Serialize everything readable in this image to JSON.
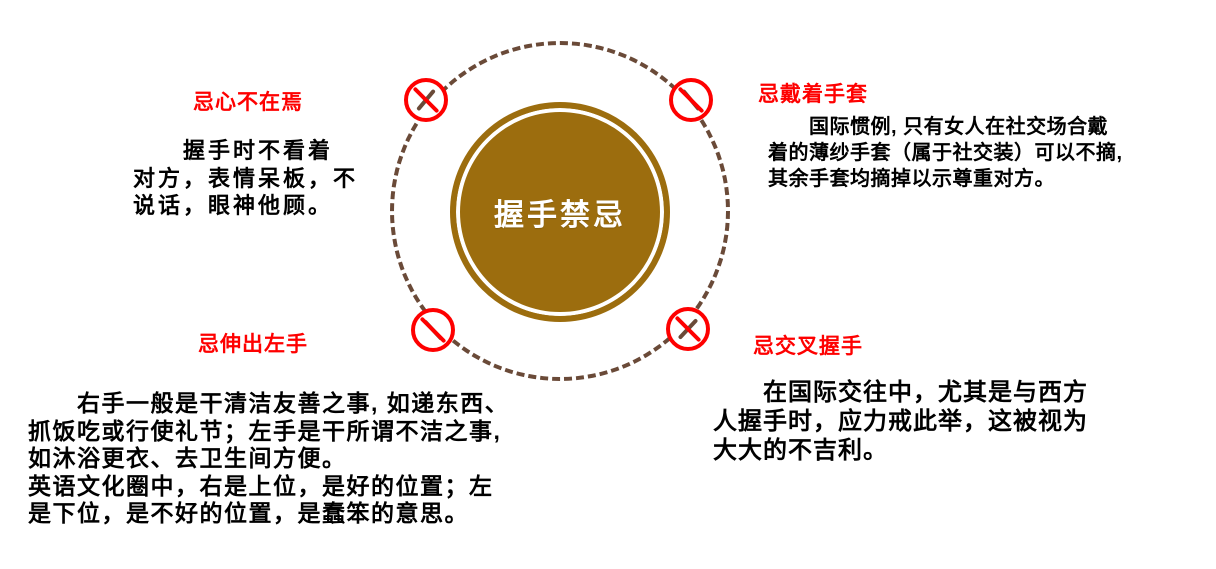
{
  "title": "握手禁忌",
  "colors": {
    "accent_red": "#fe0000",
    "disc_fill": "#9c6d0e",
    "disc_label": "#ffffff",
    "dash": "#6a4a38",
    "text": "#000000"
  },
  "center": {
    "label": "握手禁忌"
  },
  "icons": {
    "prohibition": "no-sign (red circle with slash)"
  },
  "sections": {
    "top_left": {
      "heading": "忌心不在焉",
      "body": "　　握手时不看着\n对方，表情呆板，不\n说话，眼神他顾。"
    },
    "top_right": {
      "heading": "忌戴着手套",
      "body": "　　国际惯例, 只有女人在社交场合戴\n着的薄纱手套（属于社交装）可以不摘,\n其余手套均摘掉以示尊重对方。"
    },
    "bottom_left": {
      "heading": "忌伸出左手",
      "body": "　　右手一般是干清洁友善之事, 如递东西、\n抓饭吃或行使礼节；左手是干所谓不洁之事,\n如沐浴更衣、去卫生间方便。\n英语文化圈中，右是上位，是好的位置；左\n是下位，是不好的位置，是蠢笨的意思。"
    },
    "bottom_right": {
      "heading": "忌交叉握手",
      "body": "　　在国际交往中，尤其是与西方\n人握手时，应力戒此举，这被视为\n大大的不吉利。"
    }
  }
}
